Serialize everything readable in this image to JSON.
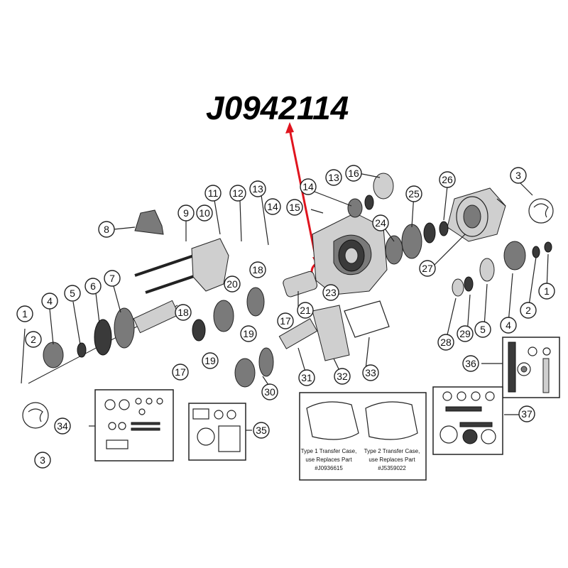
{
  "title": "J0942114",
  "highlight_color": "#e0141e",
  "callouts": {
    "c1L": "1",
    "c2L": "2",
    "c3L": "3",
    "c4L": "4",
    "c5L": "5",
    "c6": "6",
    "c7": "7",
    "c8": "8",
    "c9": "9",
    "c10": "10",
    "c11": "11",
    "c12": "12",
    "c13a": "13",
    "c14a": "14",
    "c15": "15",
    "c13b": "13",
    "c14b": "14",
    "c16": "16",
    "c17a": "17",
    "c18a": "18",
    "c19a": "19",
    "c17b": "17",
    "c18b": "18",
    "c19b": "19",
    "c20": "20",
    "c21": "21",
    "c23": "23",
    "c24": "24",
    "c25": "25",
    "c26": "26",
    "c27": "27",
    "c3R": "3",
    "c1R": "1",
    "c2R": "2",
    "c4R": "4",
    "c5R": "5",
    "c28": "28",
    "c29": "29",
    "c30": "30",
    "c31": "31",
    "c32": "32",
    "c33": "33",
    "c34": "34",
    "c35": "35",
    "c36": "36",
    "c37": "37",
    "c3B": "3"
  },
  "notes": {
    "type1_line1": "Type 1 Transfer Case,",
    "type1_line2": "use Replaces Part",
    "type1_line3": "#J0936615",
    "type2_line1": "Type 2 Transfer Case,",
    "type2_line2": "use Replaces Part",
    "type2_line3": "#J5359022"
  }
}
